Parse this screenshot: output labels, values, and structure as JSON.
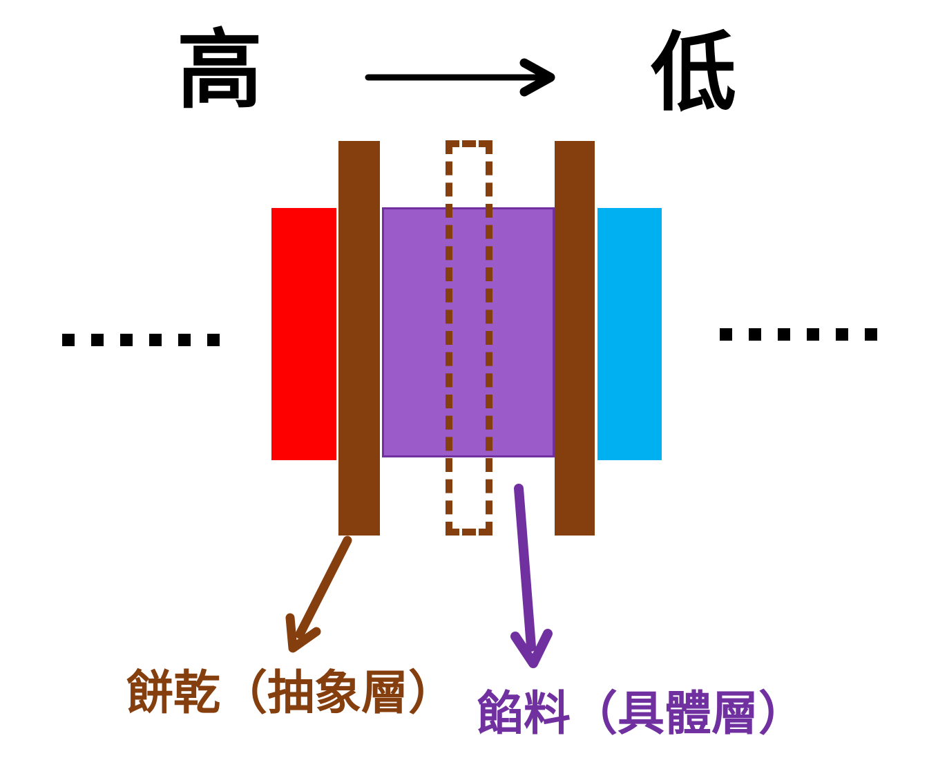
{
  "header": {
    "left_label": "高",
    "right_label": "低",
    "arrow_icon": "right-arrow"
  },
  "diagram": {
    "dots_per_side": 6,
    "blocks": {
      "red_block": "abstraction level high side block",
      "left_cookie_bar": "brown cookie layer",
      "filling_block": "purple filling block",
      "dashed_cookie_outline": "dashed brown cookie outline",
      "right_cookie_bar": "brown cookie layer",
      "blue_block": "abstraction level low side block"
    }
  },
  "captions": {
    "cookie": "餅乾（抽象層）",
    "filling": "餡料（具體層）"
  },
  "colors": {
    "red": "#FF0000",
    "blue": "#00B0F0",
    "brown": "#853E0D",
    "purpleFill": "#9B5CC9",
    "purpleDark": "#7030A0",
    "black": "#000000",
    "white": "#FFFFFF"
  }
}
